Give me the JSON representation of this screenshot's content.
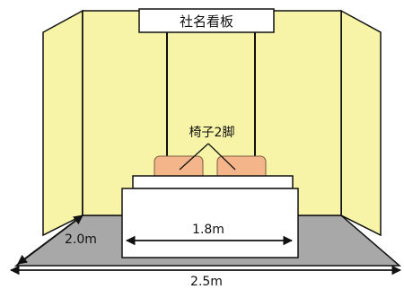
{
  "sign": {
    "label": "社名看板"
  },
  "chairs": {
    "label": "椅子2脚"
  },
  "dimensions": {
    "table_width": "1.8m",
    "depth": "2.0m",
    "width": "2.5m"
  },
  "colors": {
    "wall": "#f7f4a8",
    "floor": "#a8a8a8",
    "chair": "#f3b589",
    "table": "#ffffff",
    "line": "#111111"
  }
}
